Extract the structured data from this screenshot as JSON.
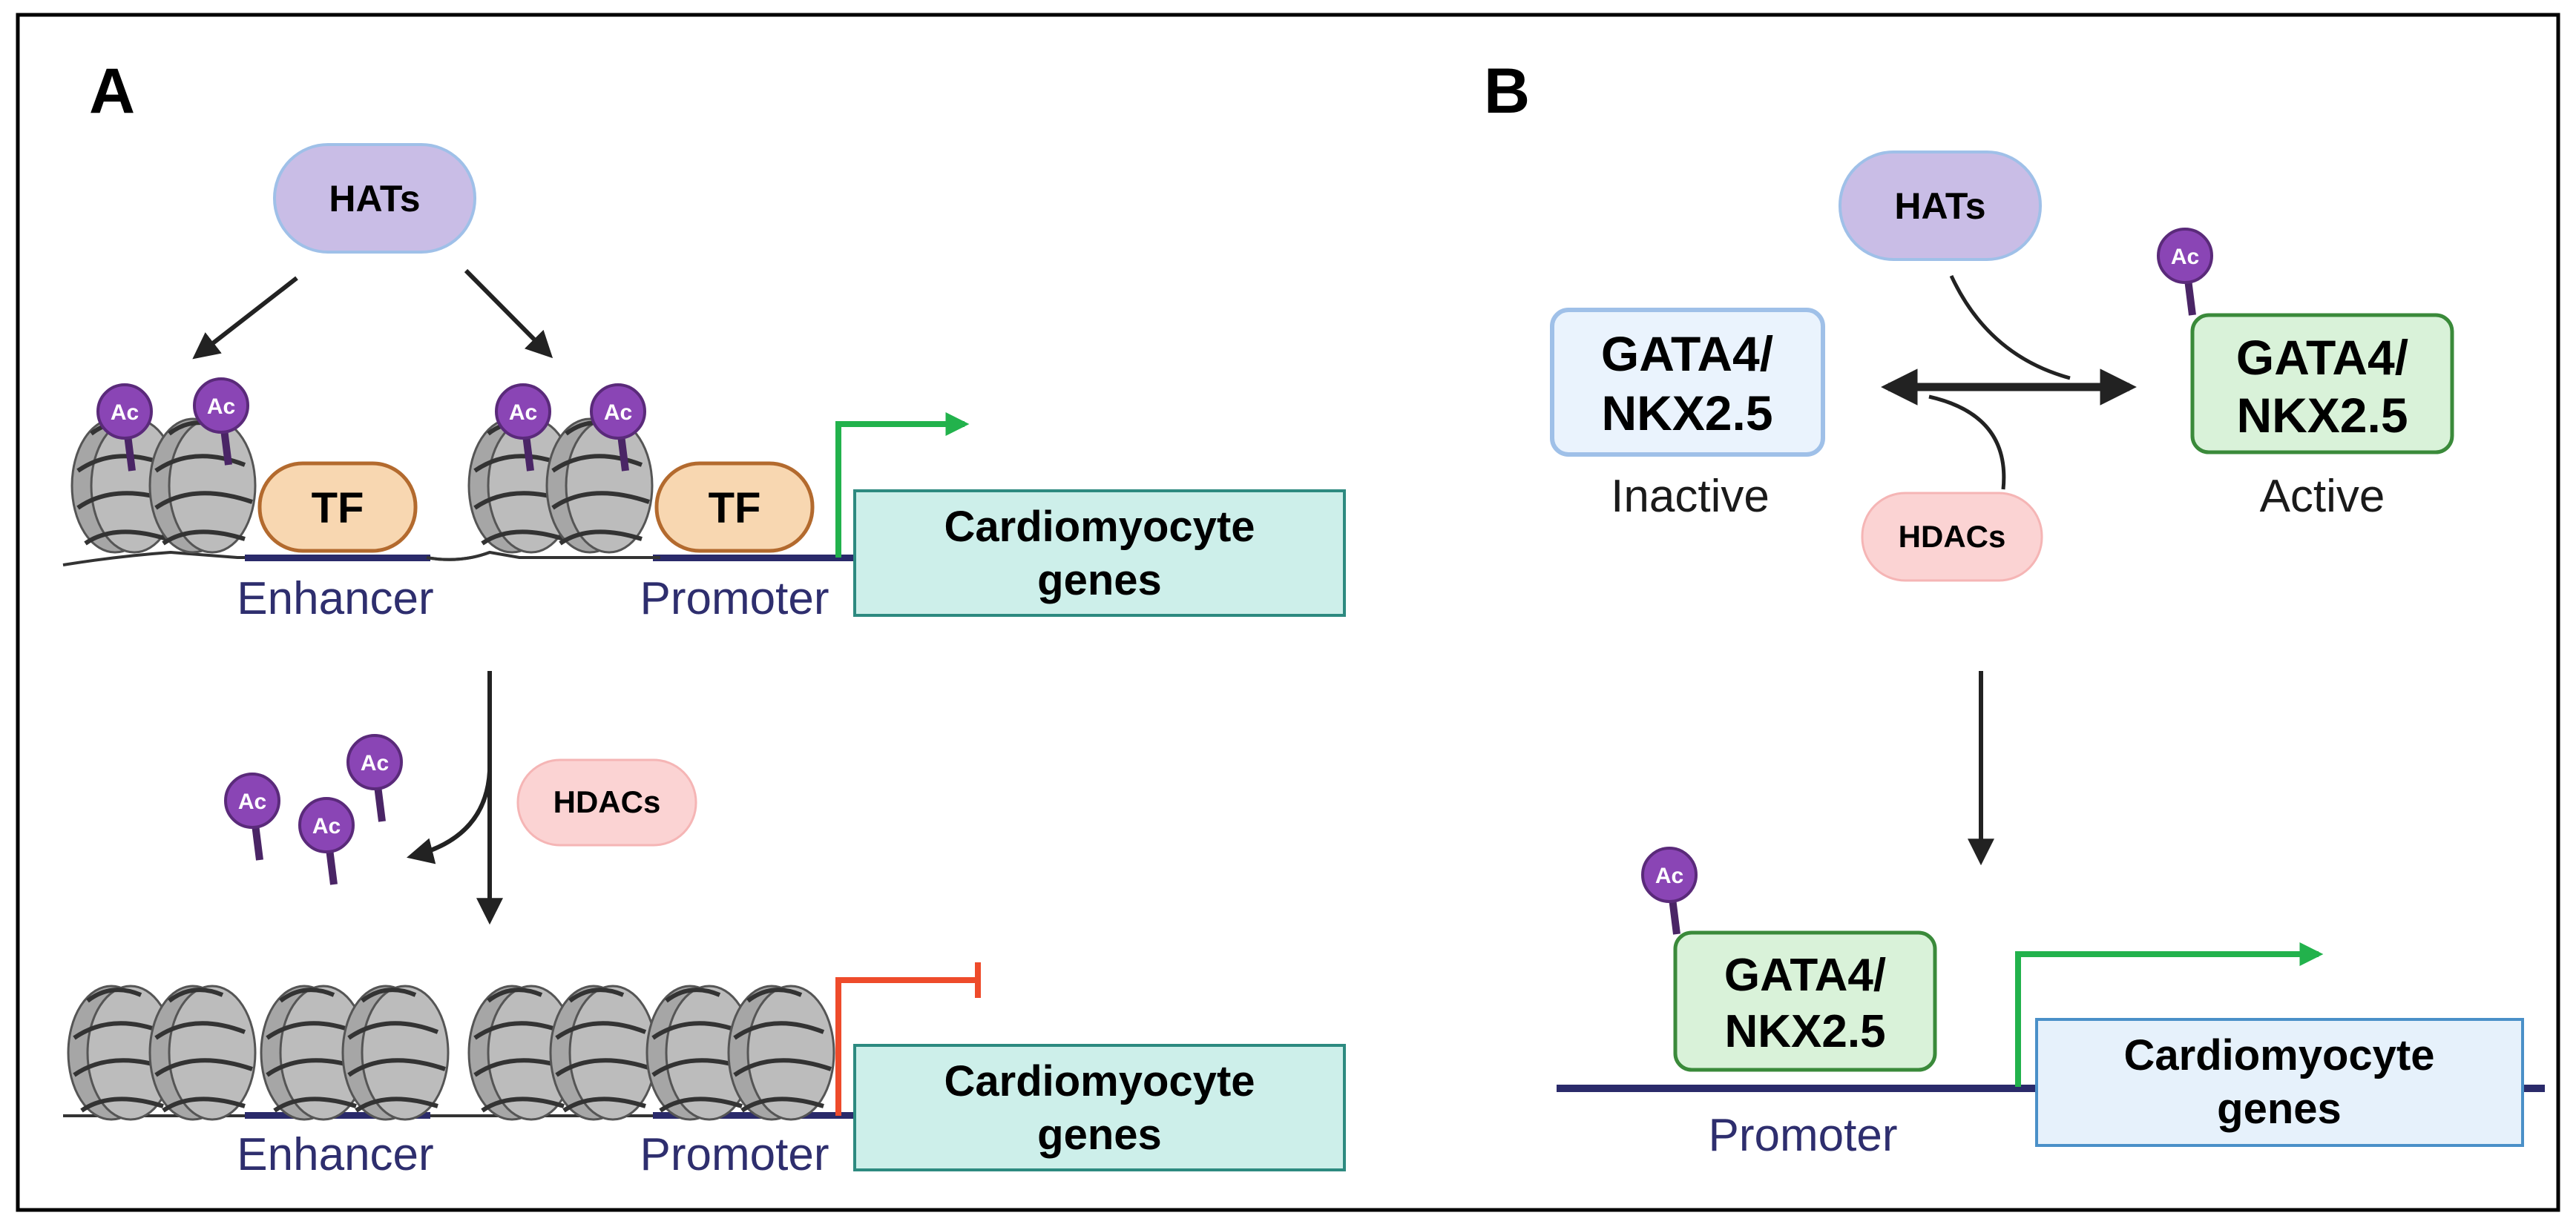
{
  "panel_a": {
    "letter": "A",
    "hats_label": "HATs",
    "hdacs_label": "HDACs",
    "tf_label": "TF",
    "enhancer_label": "Enhancer",
    "promoter_label": "Promoter",
    "gene_box_line1": "Cardiomyocyte",
    "gene_box_line2": "genes",
    "ac_label": "Ac"
  },
  "panel_b": {
    "letter": "B",
    "hats_label": "HATs",
    "hdacs_label": "HDACs",
    "factor_line1": "GATA4/",
    "factor_line2": "NKX2.5",
    "inactive_label": "Inactive",
    "active_label": "Active",
    "promoter_label": "Promoter",
    "gene_box_line1": "Cardiomyocyte",
    "gene_box_line2": "genes",
    "ac_label": "Ac"
  },
  "colors": {
    "hats_fill": "#c9bde6",
    "hdacs_fill": "#fbd3d3",
    "tf_fill": "#f8d7b1",
    "tf_stroke": "#b36a2e",
    "gene_box_fill_a": "#cdefea",
    "gene_box_fill_b": "#e6f1fb",
    "inactive_fill": "#eaf3fd",
    "active_fill": "#d9f2d9",
    "acetyl_purple": "#8a45b5",
    "dna_navy": "#2a2a6a",
    "active_arrow": "#22b24c",
    "repressed_arrow": "#ee4b2b",
    "nucleosome_gray": "#a9a9a9"
  }
}
